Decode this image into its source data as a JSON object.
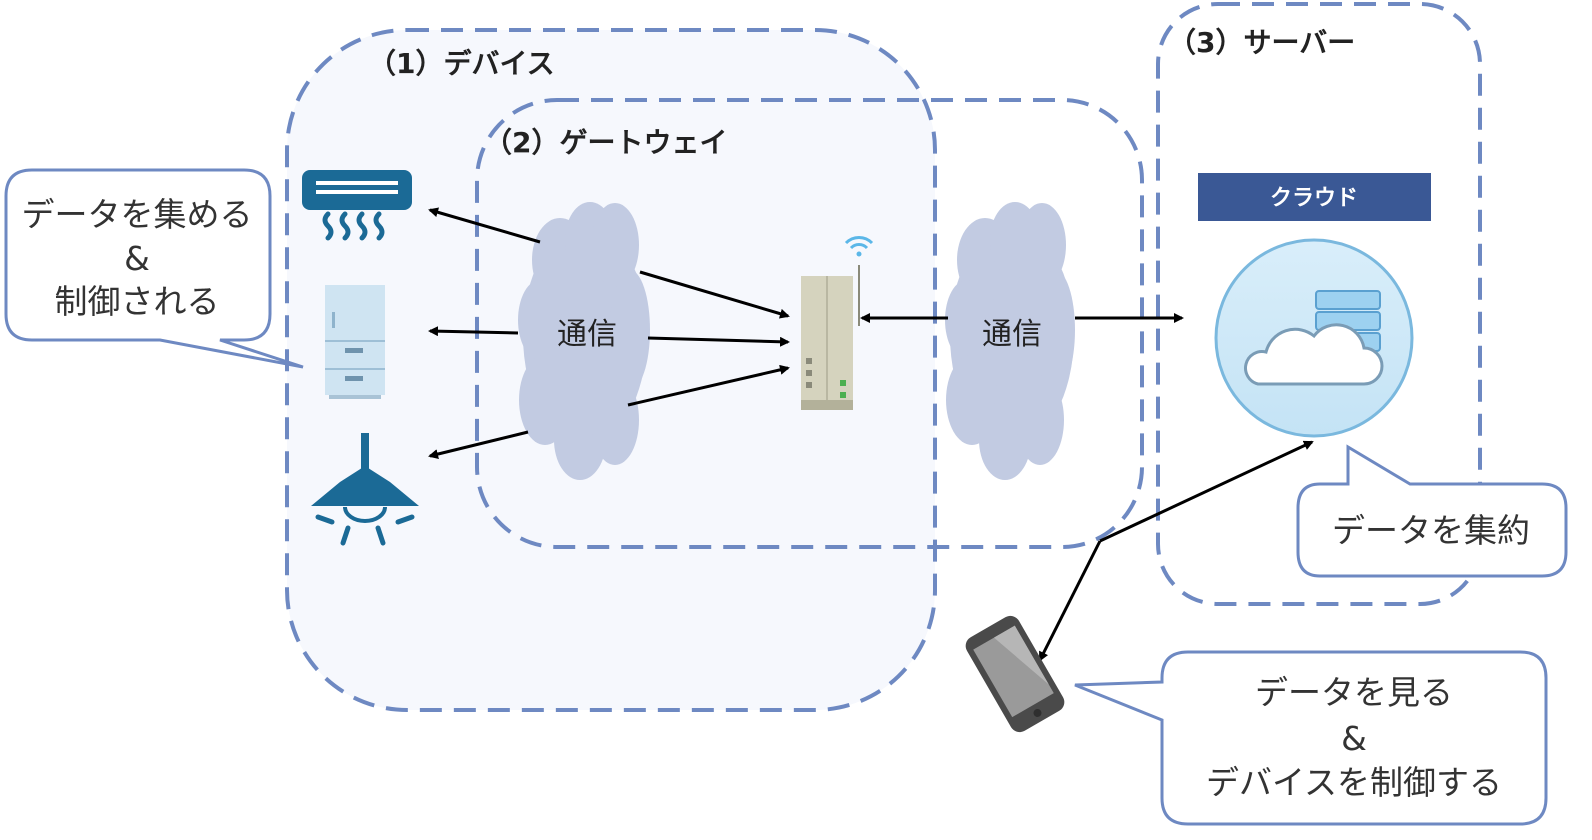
{
  "regions": {
    "device": {
      "label": "（1）デバイス"
    },
    "gateway": {
      "label": "（2）ゲートウェイ"
    },
    "server": {
      "label": "（3）サーバー"
    }
  },
  "network": {
    "left_label": "通信",
    "right_label": "通信"
  },
  "server": {
    "badge": "クラウド"
  },
  "callouts": {
    "device": {
      "line1": "データを集める",
      "line2": "&",
      "line3": "制御される"
    },
    "cloud": {
      "text": "データを集約"
    },
    "phone": {
      "line1": "データを見る",
      "line2": "&",
      "line3": "デバイスを制御する"
    }
  },
  "icons": {
    "air_conditioner": "air-conditioner-icon",
    "refrigerator": "refrigerator-icon",
    "ceiling_lamp": "ceiling-lamp-icon",
    "router": "router-icon",
    "cloud_server": "cloud-server-icon",
    "smartphone": "smartphone-icon"
  },
  "colors": {
    "dashed_border": "#6e89c2",
    "region_fill": "#f6f8fd",
    "cloud_fill": "#c2cbe2",
    "badge_fill": "#3a5895",
    "device_blue": "#1b6a96",
    "callout_border": "#6e89c2"
  }
}
